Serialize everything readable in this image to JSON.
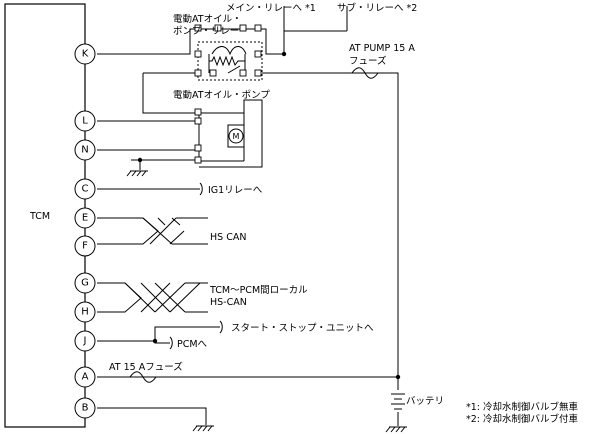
{
  "tcm": {
    "label": "TCM"
  },
  "pins": [
    {
      "id": "K",
      "label": "K"
    },
    {
      "id": "L",
      "label": "L"
    },
    {
      "id": "N",
      "label": "N"
    },
    {
      "id": "C",
      "label": "C"
    },
    {
      "id": "E",
      "label": "E"
    },
    {
      "id": "F",
      "label": "F"
    },
    {
      "id": "G",
      "label": "G"
    },
    {
      "id": "H",
      "label": "H"
    },
    {
      "id": "J",
      "label": "J"
    },
    {
      "id": "A",
      "label": "A"
    },
    {
      "id": "B",
      "label": "B"
    }
  ],
  "labels": {
    "main_relay": "メイン・リレーへ *1",
    "sub_relay": "サブ・リレーへ *2",
    "relay_line1": "電動ATオイル・",
    "relay_line2": "ポンプ・リレー",
    "at_pump_fuse_line1": "AT PUMP 15 A",
    "at_pump_fuse_line2": "フューズ",
    "oil_pump": "電動ATオイル・ポンプ",
    "ig1_relay": "IG1リレーへ",
    "hs_can": "HS CAN",
    "local_can_line1": "TCM～PCM間ローカル",
    "local_can_line2": "HS-CAN",
    "start_stop_unit": "スタート・ストップ・ユニットへ",
    "pcm": "PCMへ",
    "at15_fuse": "AT 15 Aフューズ",
    "battery": "バッテリ",
    "note1": "*1: 冷却水制御バルブ無車",
    "note2": "*2: 冷却水制御バルブ付車"
  }
}
